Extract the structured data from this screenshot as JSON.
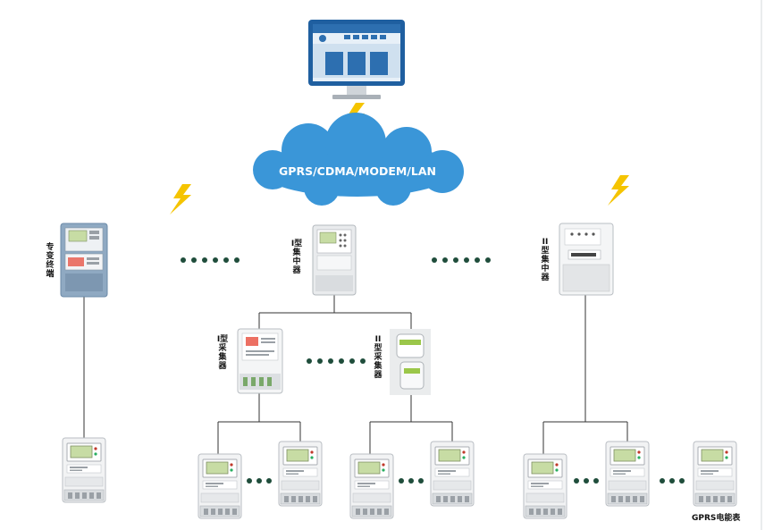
{
  "network": {
    "label": "GPRS/CDMA/MODEM/LAN"
  },
  "devices": {
    "special_terminal": {
      "label": "专变终端"
    },
    "concentrator_1": {
      "label": "I型集中器"
    },
    "concentrator_2": {
      "label": "II型集中器"
    },
    "collector_1": {
      "label": "I型采集器"
    },
    "collector_2": {
      "label": "II型采集器"
    },
    "gprs_meter": {
      "label": "GPRS电能表"
    }
  },
  "colors": {
    "cloud": "#3a96d8",
    "lightning": "#f5c400",
    "monitor_frame": "#1f5fa0",
    "line": "#333333",
    "dots": "#1f4d3b"
  }
}
